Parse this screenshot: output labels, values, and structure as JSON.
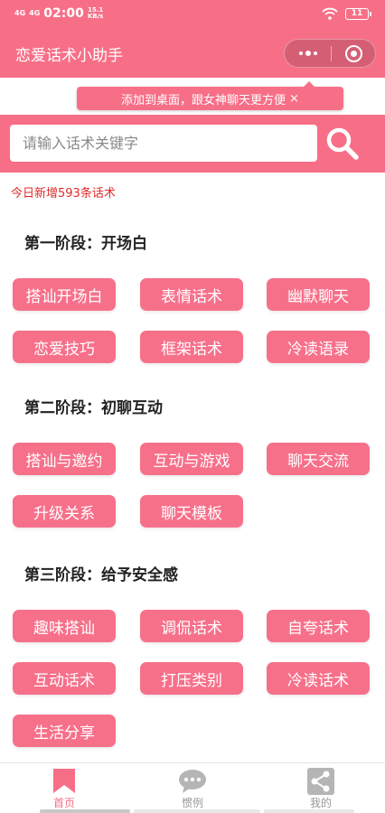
{
  "status_bar": {
    "signal_1": "4G",
    "signal_2": "4G",
    "time": "02:00",
    "net_speed": "15.1",
    "net_unit": "KB/s",
    "battery": "11"
  },
  "header": {
    "title": "恋爱话术小助手"
  },
  "tip": {
    "text": "添加到桌面，跟女神聊天更方便",
    "close": "×"
  },
  "search": {
    "placeholder": "请输入话术关键字"
  },
  "today_notice": "今日新增593条话术",
  "stages": [
    {
      "title": "第一阶段：开场白",
      "tags": [
        "搭讪开场白",
        "表情话术",
        "幽默聊天",
        "恋爱技巧",
        "框架话术",
        "冷读语录"
      ]
    },
    {
      "title": "第二阶段：初聊互动",
      "tags": [
        "搭讪与邀约",
        "互动与游戏",
        "聊天交流",
        "升级关系",
        "聊天模板"
      ]
    },
    {
      "title": "第三阶段：给予安全感",
      "tags": [
        "趣味搭讪",
        "调侃话术",
        "自夸话术",
        "互动话术",
        "打压类别",
        "冷读话术",
        "生活分享"
      ]
    }
  ],
  "tabbar": {
    "items": [
      {
        "label": "首页",
        "icon": "bookmark-icon",
        "active": true
      },
      {
        "label": "惯例",
        "icon": "chat-bubble-icon",
        "active": false
      },
      {
        "label": "我的",
        "icon": "share-icon",
        "active": false
      }
    ]
  },
  "colors": {
    "brand": "#f76f87",
    "notice": "#e02a2a",
    "tab_inactive": "#999999"
  }
}
